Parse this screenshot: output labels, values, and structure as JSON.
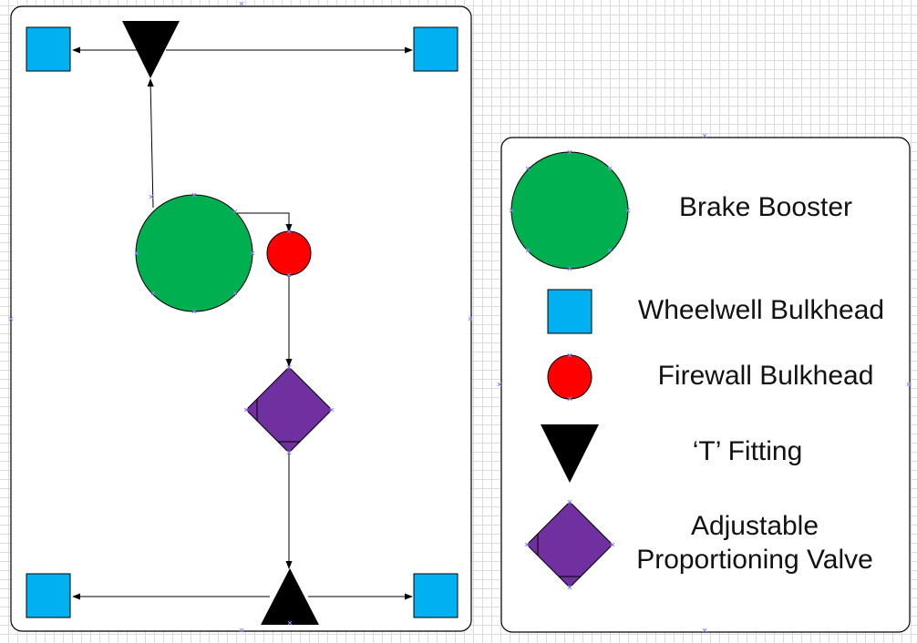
{
  "colors": {
    "brake_booster": "#00b050",
    "wheelwell_bulkhead": "#00b0f0",
    "firewall_bulkhead": "#ff0000",
    "t_fitting": "#000000",
    "proportioning_valve": "#7030a0"
  },
  "legend": {
    "brake_booster": "Brake Booster",
    "wheelwell_bulkhead": "Wheelwell Bulkhead",
    "firewall_bulkhead": "Firewall Bulkhead",
    "t_fitting": "‘T’ Fitting",
    "proportioning_valve_line1": "Adjustable",
    "proportioning_valve_line2": "Proportioning Valve"
  }
}
